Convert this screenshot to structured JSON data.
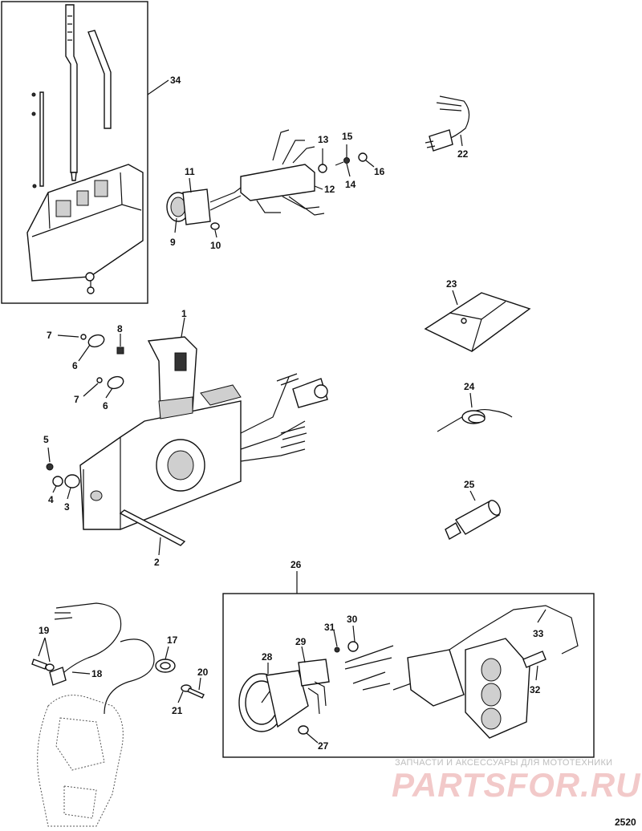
{
  "callouts": [
    "1",
    "2",
    "3",
    "4",
    "5",
    "6",
    "7",
    "8",
    "9",
    "10",
    "11",
    "12",
    "13",
    "14",
    "15",
    "16",
    "17",
    "18",
    "19",
    "20",
    "21",
    "22",
    "23",
    "24",
    "25",
    "26",
    "27",
    "28",
    "29",
    "30",
    "31",
    "32",
    "33",
    "34"
  ],
  "repeated_callouts": {
    "six_second": "6",
    "seven_second": "7"
  },
  "watermark": {
    "caption": "ЗАПЧАСТИ И АКСЕССУАРЫ ДЛЯ МОТОТЕХНИКИ",
    "logo": "PARTSFOR.RU"
  },
  "page_code": "2520"
}
